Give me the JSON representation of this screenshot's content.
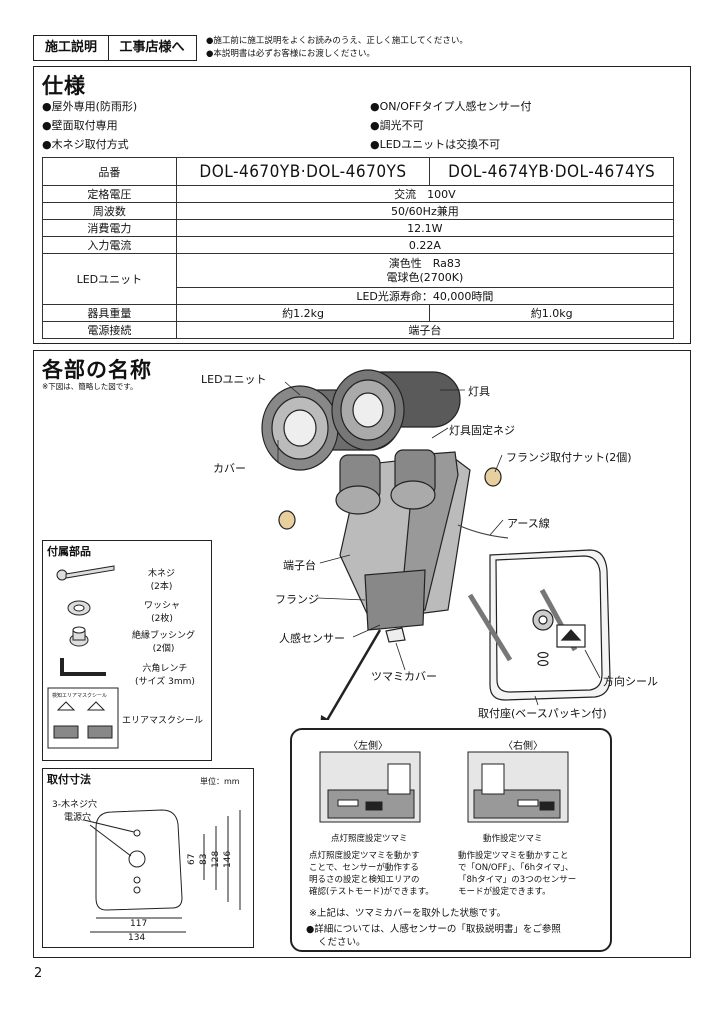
{
  "header": {
    "tag1": "施工説明",
    "tag2": "工事店様へ",
    "note1": "●施工前に施工説明をよくお読みのうえ、正しく施工してください。",
    "note2": "●本説明書は必ずお客様にお渡しください。"
  },
  "spec": {
    "title": "仕様",
    "bullets_left": [
      "●屋外専用(防雨形)",
      "●壁面取付専用",
      "●木ネジ取付方式"
    ],
    "bullets_right": [
      "●ON/OFFタイプ人感センサー付",
      "●調光不可",
      "●LEDユニットは交換不可"
    ],
    "table": {
      "h_label": "品番",
      "model_a": "DOL-4670YB·DOL-4670YS",
      "model_b": "DOL-4674YB·DOL-4674YS",
      "rows": [
        {
          "label": "定格電圧",
          "value": "交流　100V"
        },
        {
          "label": "周波数",
          "value": "50/60Hz兼用"
        },
        {
          "label": "消費電力",
          "value": "12.1W"
        },
        {
          "label": "入力電流",
          "value": "0.22A"
        }
      ],
      "led_label": "LEDユニット",
      "led_v1": "演色性　Ra83",
      "led_v2": "電球色(2700K)",
      "led_v3": "LED光源寿命：40,000時間",
      "weight_label": "器具重量",
      "weight_a": "約1.2kg",
      "weight_b": "約1.0kg",
      "conn_label": "電源接続",
      "conn_value": "端子台"
    }
  },
  "parts": {
    "title": "各部の名称",
    "subnote": "※下図は、簡略した図です。",
    "labels": {
      "led_unit": "LEDユニット",
      "fixture": "灯具",
      "fixing_screw": "灯具固定ネジ",
      "cover": "カバー",
      "flange_nut": "フランジ取付ナット(2個)",
      "earth": "アース線",
      "terminal": "端子台",
      "flange": "フランジ",
      "sensor": "人感センサー",
      "knob_cover": "ツマミカバー",
      "direction_seal": "方向シール",
      "base": "取付座(ベースパッキン付)"
    },
    "accessories": {
      "title": "付属部品",
      "items": [
        {
          "name": "木ネジ",
          "qty": "(2本)"
        },
        {
          "name": "ワッシャ",
          "qty": "(2枚)"
        },
        {
          "name": "絶縁ブッシング",
          "qty": "(2個)"
        },
        {
          "name": "六角レンチ",
          "qty": "(サイズ 3mm)"
        },
        {
          "name": "エリアマスクシール",
          "qty": ""
        }
      ],
      "seal_caption": "検知エリアマスクシール"
    },
    "dims": {
      "title": "取付寸法",
      "unit": "単位：mm",
      "screw_holes": "3-木ネジ穴",
      "power_hole": "電源穴",
      "d67": "67",
      "d83": "83",
      "d128": "128",
      "d146": "146",
      "d117": "117",
      "d134": "134"
    },
    "sensor_detail": {
      "left_title": "〈左側〉",
      "right_title": "〈右側〉",
      "left_caption": "点灯照度設定ツマミ",
      "right_caption": "動作設定ツマミ",
      "left_desc": [
        "点灯照度設定ツマミを動かす",
        "ことで、センサーが動作する",
        "明るさの設定と検知エリアの",
        "確認(テストモード)ができます。"
      ],
      "right_desc": [
        "動作設定ツマミを動かすこと",
        "で「ON/OFF」、「6hタイマ」、",
        "「8hタイマ」の3つのセンサー",
        "モードが設定できます。"
      ],
      "note1": "※上記は、ツマミカバーを取外した状態です。",
      "note2a": "●詳細については、人感センサーの「取扱説明書」をご参照",
      "note2b": "ください。"
    }
  },
  "page_number": "2"
}
